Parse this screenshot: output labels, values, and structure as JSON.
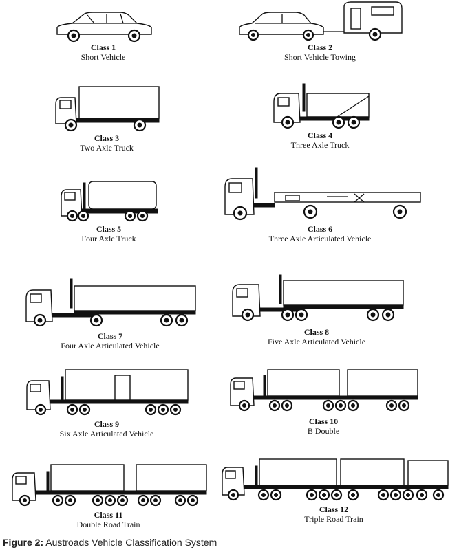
{
  "vehicles": [
    {
      "class_label": "Class 1",
      "name": "Short Vehicle",
      "icon": "car-icon"
    },
    {
      "class_label": "Class 2",
      "name": "Short Vehicle Towing",
      "icon": "car-with-caravan-icon"
    },
    {
      "class_label": "Class 3",
      "name": "Two Axle Truck",
      "icon": "two-axle-truck-icon"
    },
    {
      "class_label": "Class 4",
      "name": "Three Axle Truck",
      "icon": "three-axle-truck-icon"
    },
    {
      "class_label": "Class 5",
      "name": "Four Axle Truck",
      "icon": "four-axle-truck-icon"
    },
    {
      "class_label": "Class 6",
      "name": "Three Axle Articulated Vehicle",
      "icon": "three-axle-articulated-icon"
    },
    {
      "class_label": "Class 7",
      "name": "Four Axle Articulated Vehicle",
      "icon": "four-axle-articulated-icon"
    },
    {
      "class_label": "Class 8",
      "name": "Five Axle Articulated Vehicle",
      "icon": "five-axle-articulated-icon"
    },
    {
      "class_label": "Class 9",
      "name": "Six Axle Articulated Vehicle",
      "icon": "six-axle-articulated-icon"
    },
    {
      "class_label": "Class 10",
      "name": "B Double",
      "icon": "b-double-icon"
    },
    {
      "class_label": "Class 11",
      "name": "Double Road Train",
      "icon": "double-road-train-icon"
    },
    {
      "class_label": "Class 12",
      "name": "Triple Road Train",
      "icon": "triple-road-train-icon"
    }
  ],
  "caption": {
    "prefix": "Figure 2:",
    "text": "Austroads Vehicle Classification System",
    "prefix_color": "#111111"
  }
}
